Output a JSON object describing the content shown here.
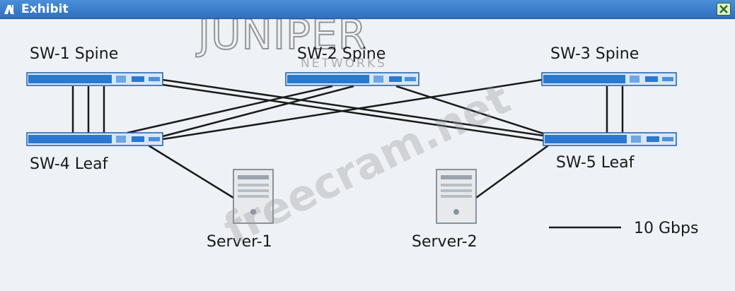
{
  "window": {
    "title": "Exhibit",
    "close_icon": "close-icon",
    "title_icon": "exhibit-icon"
  },
  "diagram": {
    "nodes": [
      {
        "id": "sw1",
        "label": "SW-1 Spine",
        "kind": "switch"
      },
      {
        "id": "sw2",
        "label": "SW-2 Spine",
        "kind": "switch"
      },
      {
        "id": "sw3",
        "label": "SW-3 Spine",
        "kind": "switch"
      },
      {
        "id": "sw4",
        "label": "SW-4 Leaf",
        "kind": "switch"
      },
      {
        "id": "sw5",
        "label": "SW-5 Leaf",
        "kind": "switch"
      },
      {
        "id": "srv1",
        "label": "Server-1",
        "kind": "server"
      },
      {
        "id": "srv2",
        "label": "Server-2",
        "kind": "server"
      }
    ],
    "links": [
      {
        "from": "sw1",
        "to": "sw4",
        "count": 3
      },
      {
        "from": "sw1",
        "to": "sw5",
        "count": 2
      },
      {
        "from": "sw2",
        "to": "sw4",
        "count": 2
      },
      {
        "from": "sw2",
        "to": "sw5",
        "count": 1
      },
      {
        "from": "sw3",
        "to": "sw4",
        "count": 1
      },
      {
        "from": "sw3",
        "to": "sw5",
        "count": 2
      },
      {
        "from": "sw4",
        "to": "srv1",
        "count": 1
      },
      {
        "from": "sw5",
        "to": "srv2",
        "count": 1
      }
    ],
    "legend": {
      "label": "10 Gbps"
    }
  },
  "watermarks": {
    "logo": "JUNIPER",
    "logo_sub": "NETWORKS",
    "site": "freecram.net"
  },
  "colors": {
    "titlebar": "#2f6fbf",
    "switch_fill": "#2a78d0",
    "link": "#1a1a1a"
  }
}
